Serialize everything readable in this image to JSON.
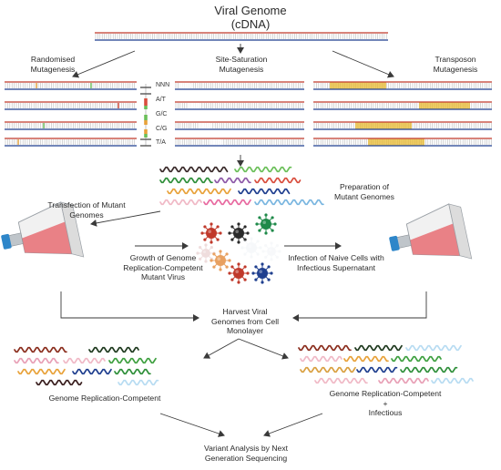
{
  "title": {
    "line1": "Viral Genome",
    "line2": "(cDNA)"
  },
  "methods": {
    "randomised": [
      "Randomised",
      "Mutagenesis"
    ],
    "site_saturation": [
      "Site-Saturation",
      "Mutagenesis"
    ],
    "transposon": [
      "Transposon",
      "Mutagenesis"
    ]
  },
  "base_key": [
    "NNN",
    "A/T",
    "G/C",
    "C/G",
    "T/A"
  ],
  "steps": {
    "preparation": [
      "Preparation of",
      "Mutant Genomes"
    ],
    "transfection": [
      "Transfection of Mutant",
      "Genomes"
    ],
    "growth": [
      "Growth of Genome",
      "Replication-Competent",
      "Mutant Virus"
    ],
    "infection": [
      "Infection of Naive Cells with",
      "Infectious Supernatant"
    ],
    "harvest": [
      "Harvest Viral",
      "Genomes from Cell",
      "Monolayer"
    ],
    "left_pool": [
      "Genome Replication-Competent"
    ],
    "right_pool": [
      "Genome Replication-Competent",
      "+",
      "Infectious"
    ],
    "final": [
      "Variant Analysis by Next",
      "Generation Sequencing"
    ]
  },
  "colors": {
    "dna_red": "#c0392b",
    "dna_blue": "#1f3f8f",
    "rung": "#b9b9b9",
    "transposon": "#e8b92f",
    "flask_media": "#e8747a",
    "flask_cap": "#2e86c9",
    "arrow": "#3a3a3a"
  }
}
